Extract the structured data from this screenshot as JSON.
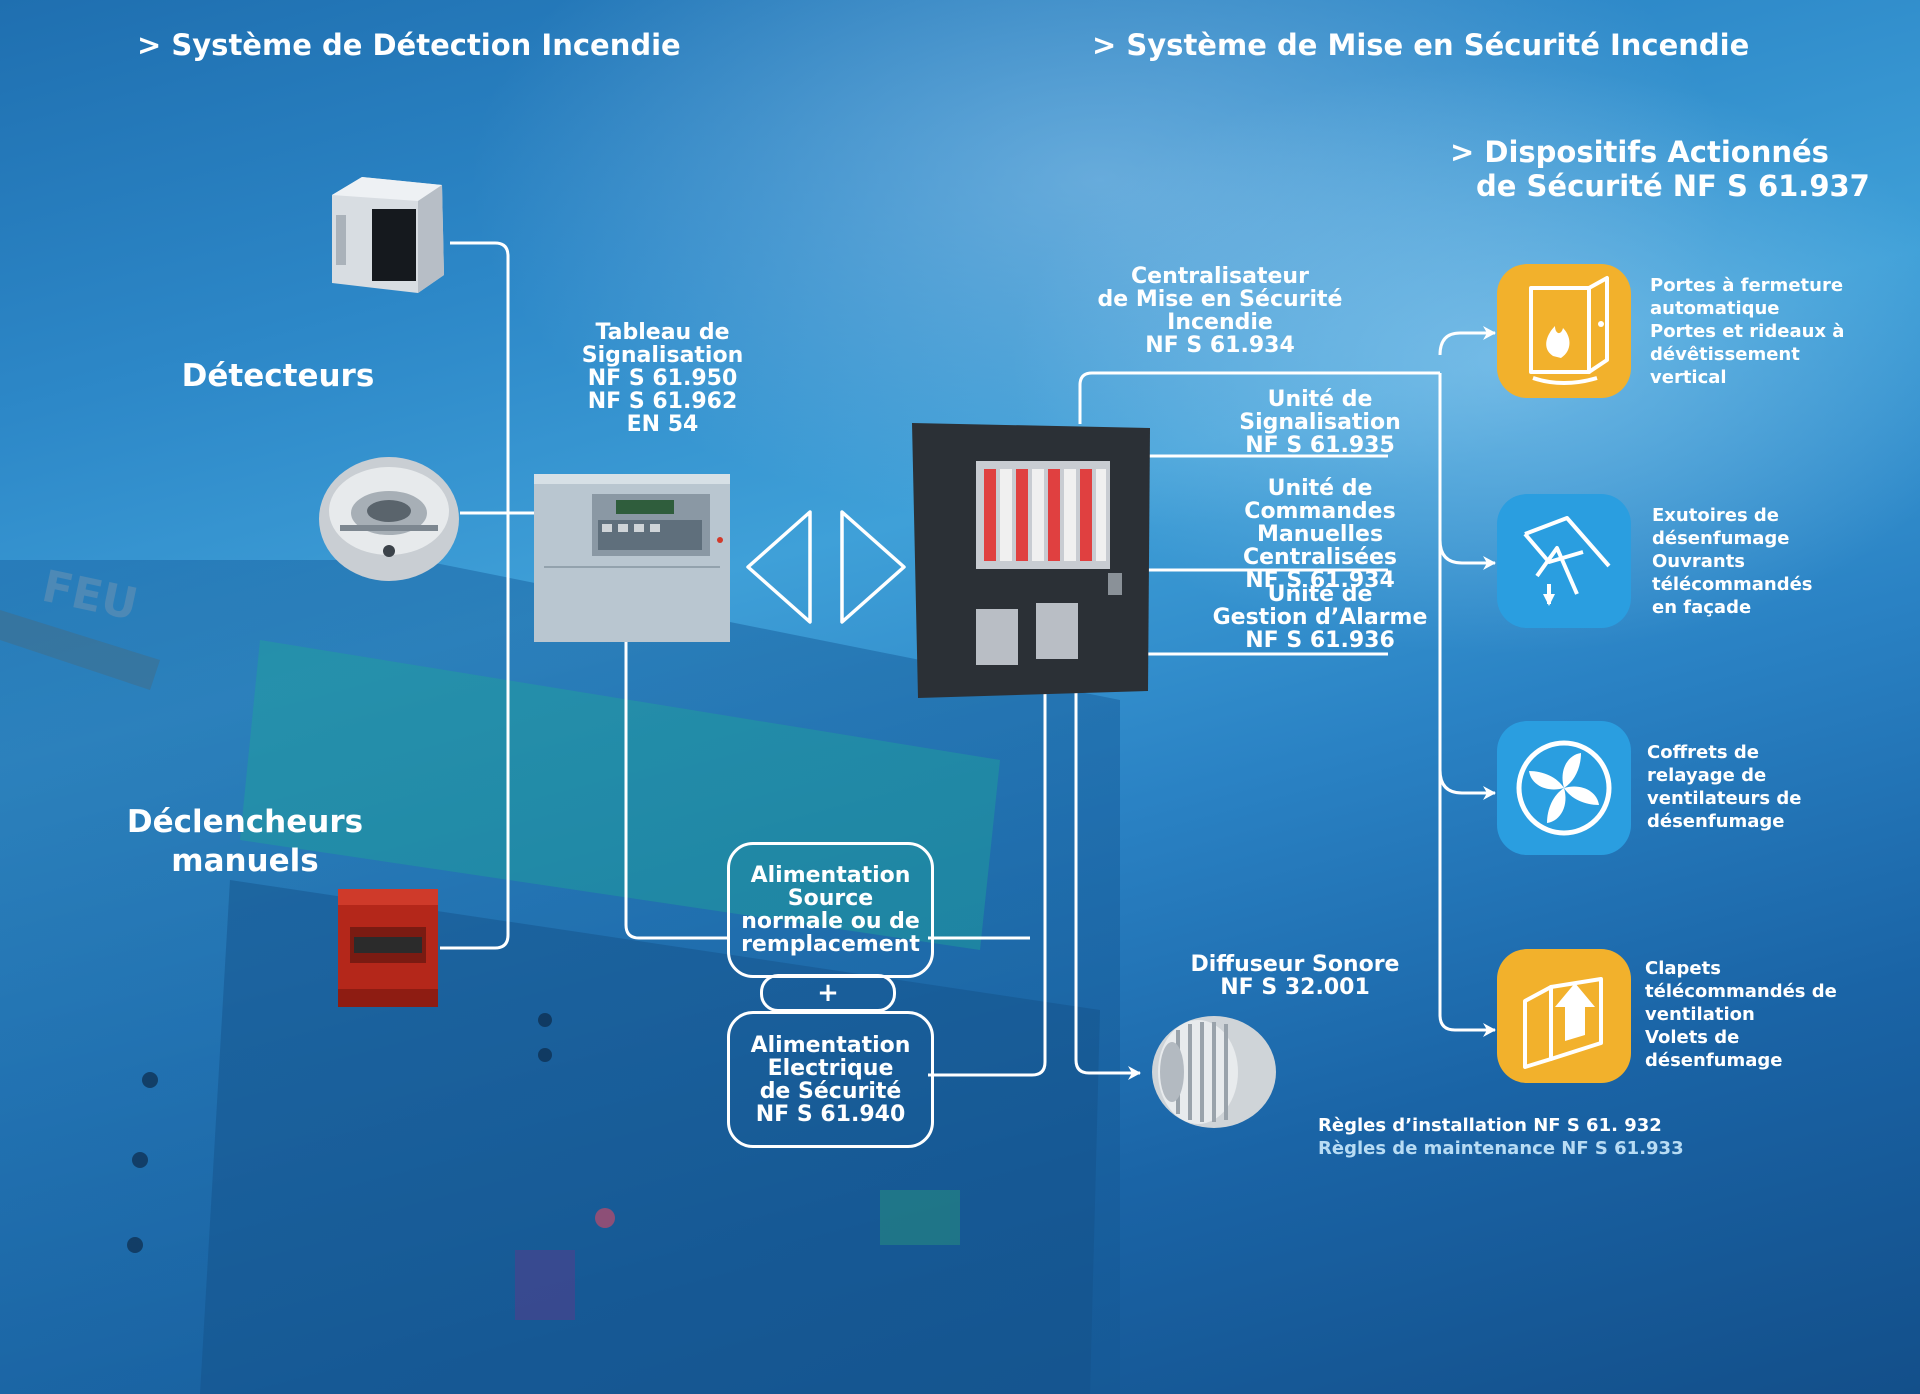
{
  "headings": {
    "detection": "> Système de Détection Incendie",
    "securite": "> Système de Mise en Sécurité Incendie",
    "dispositifs": [
      "> Dispositifs Actionnés",
      "de Sécurité NF S 61.937"
    ]
  },
  "labels": {
    "detecteurs": "Détecteurs",
    "declencheurs": [
      "Déclencheurs",
      "manuels"
    ]
  },
  "tableau": [
    "Tableau de",
    "Signalisation",
    "NF S 61.950",
    "NF S 61.962",
    "EN 54"
  ],
  "centralisateur": [
    "Centralisateur",
    "de Mise en Sécurité",
    "Incendie",
    "NF S 61.934"
  ],
  "units": {
    "signalisation": [
      "Unité de",
      "Signalisation",
      "NF S 61.935"
    ],
    "commandes": [
      "Unité de",
      "Commandes",
      "Manuelles Centralisées",
      "NF S 61.934"
    ],
    "alarme": [
      "Unité de",
      "Gestion d’Alarme",
      "NF S 61.936"
    ]
  },
  "alimentation": {
    "normale": [
      "Alimentation",
      "Source",
      "normale ou de",
      "remplacement"
    ],
    "plus": "+",
    "securite": [
      "Alimentation",
      "Electrique",
      "de Sécurité",
      "NF S 61.940"
    ]
  },
  "diffuseur": [
    "Diffuseur Sonore",
    "NF S 32.001"
  ],
  "devices": [
    {
      "icon": "fire-door-icon",
      "color": "#f2b12c",
      "lines": [
        "Portes à fermeture",
        "automatique",
        "Portes et rideaux à",
        "dévêtissement",
        "vertical"
      ]
    },
    {
      "icon": "smoke-vent-icon",
      "color": "#2a9ee0",
      "lines": [
        "Exutoires de",
        "désenfumage",
        "Ouvrants",
        "télécommandés",
        "en façade"
      ]
    },
    {
      "icon": "fan-icon",
      "color": "#2a9ee0",
      "lines": [
        "Coffrets de",
        "relayage de",
        "ventilateurs de",
        "désenfumage"
      ]
    },
    {
      "icon": "damper-icon",
      "color": "#f2b12c",
      "lines": [
        "Clapets",
        "télécommandés de",
        "ventilation",
        "Volets de",
        "désenfumage"
      ]
    }
  ],
  "rules": {
    "installation": "Règles d’installation NF S 61. 932",
    "maintenance": "Règles de maintenance NF S 61.933"
  },
  "colors": {
    "yellow_tile": "#f2b12c",
    "blue_tile": "#2a9ee0",
    "maintenance_text": "#b8dcf4"
  }
}
